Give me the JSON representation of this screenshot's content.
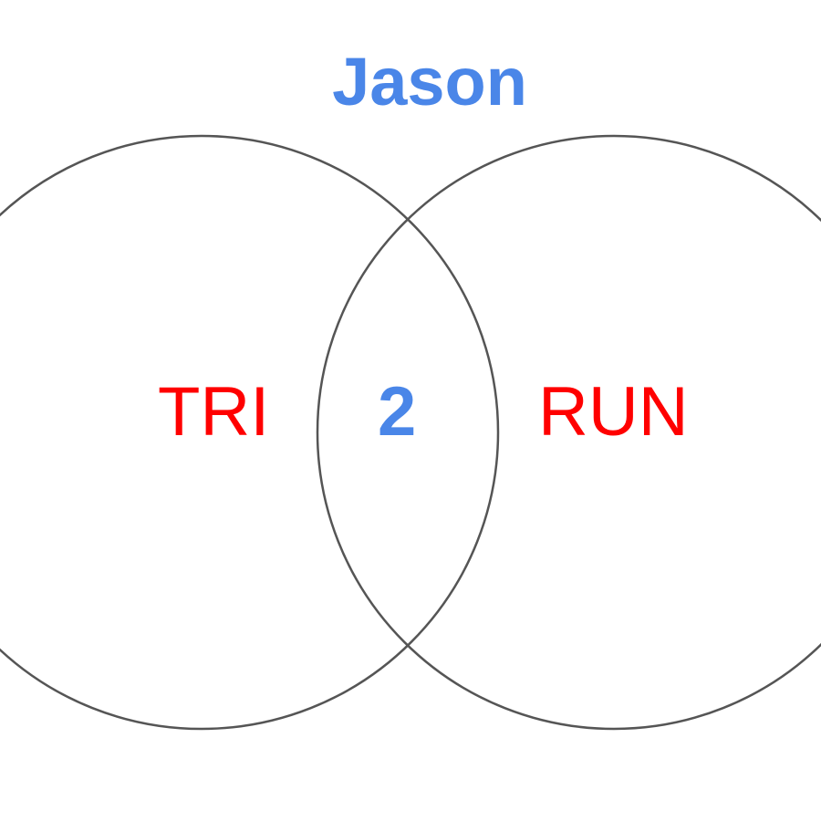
{
  "title": "Jason",
  "sets": [
    {
      "label": "TRI"
    },
    {
      "label": "RUN"
    }
  ],
  "intersection": {
    "label": "2"
  },
  "colors": {
    "title": "#4a86e8",
    "intersection_label": "#4a86e8",
    "set_labels": "#ff0000",
    "circle_stroke": "#555555",
    "background": "#ffffff"
  }
}
